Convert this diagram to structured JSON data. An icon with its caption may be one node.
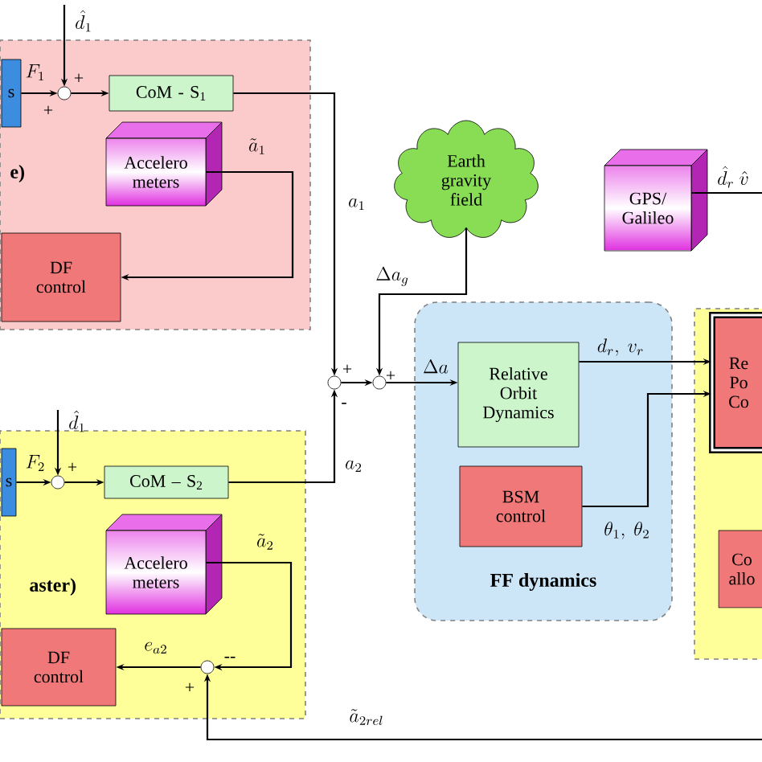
{
  "diagram": {
    "nodes": [
      {
        "text": [
          "e)"
        ]
      },
      {
        "text": [
          "s"
        ],
        "in": 0
      },
      {
        "text": [],
        "shape": "circle",
        "in": 0
      },
      {
        "text": [
          "CoM - S$_{1}$"
        ],
        "in": 0
      },
      {
        "text": [
          "Accelero meters"
        ],
        "in": 0
      },
      {
        "text": [
          "DF control"
        ],
        "in": 0
      },
      {
        "text": [
          "Earth gravity field"
        ]
      },
      {
        "text": [
          "GPS/ Galileo"
        ]
      },
      {
        "text": [],
        "shape": "circle"
      },
      {
        "text": [],
        "shape": "circle"
      },
      {
        "text": [
          "FF dynamics"
        ]
      },
      {
        "text": [
          "Relative Orbit Dynamics"
        ],
        "in": 10
      },
      {
        "text": [
          "BSM control"
        ],
        "in": 10
      },
      {
        "text": [],
        "shape": "box"
      },
      {
        "text": [
          "Re Po Co"
        ],
        "in": 13
      },
      {
        "text": [
          "Co allo"
        ],
        "in": 13
      },
      {
        "text": [
          "aster)"
        ]
      },
      {
        "text": [
          "s"
        ],
        "in": 16
      },
      {
        "text": [],
        "shape": "circle",
        "in": 16
      },
      {
        "text": [
          "CoM – S$_{2}$"
        ],
        "in": 16
      },
      {
        "text": [
          "Accelero meters"
        ],
        "in": 16
      },
      {
        "text": [
          "DF control"
        ],
        "in": 16
      },
      {
        "text": [],
        "shape": "circle",
        "in": 16
      }
    ],
    "edges": [
      {
        "from": null,
        "to": 2,
        "arrow": "to",
        "label": "\\hat{d}_1"
      },
      {
        "from": 1,
        "to": 2,
        "arrow": "to",
        "label": "F_1"
      },
      {
        "from": 2,
        "to": 3,
        "arrow": "to"
      },
      {
        "from": 3,
        "to": 8,
        "arrow": "to",
        "label": "a_1"
      },
      {
        "from": 4,
        "to": 5,
        "arrow": "to",
        "label": "\\tilde{a}_1"
      },
      {
        "from": 6,
        "to": 9,
        "arrow": "to",
        "label": "\\Delta a_g"
      },
      {
        "from": 8,
        "to": 9,
        "arrow": "to"
      },
      {
        "from": 9,
        "to": 11,
        "arrow": "to",
        "label": "\\Delta a"
      },
      {
        "from": 19,
        "to": 8,
        "arrow": "to",
        "label": "a_2"
      },
      {
        "from": 11,
        "to": 14,
        "arrow": "to",
        "label": "d_r,\\ v_r"
      },
      {
        "from": 12,
        "to": 14,
        "arrow": "to",
        "label": "\\theta_1,\\ \\theta_2"
      },
      {
        "from": 7,
        "to": null,
        "arrow": "none",
        "label": "\\hat{d}_r\\ \\hat{v}"
      },
      {
        "from": null,
        "to": 18,
        "arrow": "to",
        "label": "\\hat{d}_1"
      },
      {
        "from": 17,
        "to": 18,
        "arrow": "to",
        "label": "F_2"
      },
      {
        "from": 18,
        "to": 19,
        "arrow": "to"
      },
      {
        "from": 20,
        "to": 22,
        "arrow": "to",
        "label": "\\tilde{a}_2"
      },
      {
        "from": 22,
        "to": 21,
        "arrow": "to",
        "label": "e_{a2}"
      },
      {
        "from": null,
        "to": 22,
        "arrow": "to",
        "label": "\\tilde{a}_{2rel}"
      }
    ],
    "labels": [
      "+",
      "+",
      "+",
      "-",
      "+",
      "+",
      "--",
      "+"
    ]
  }
}
